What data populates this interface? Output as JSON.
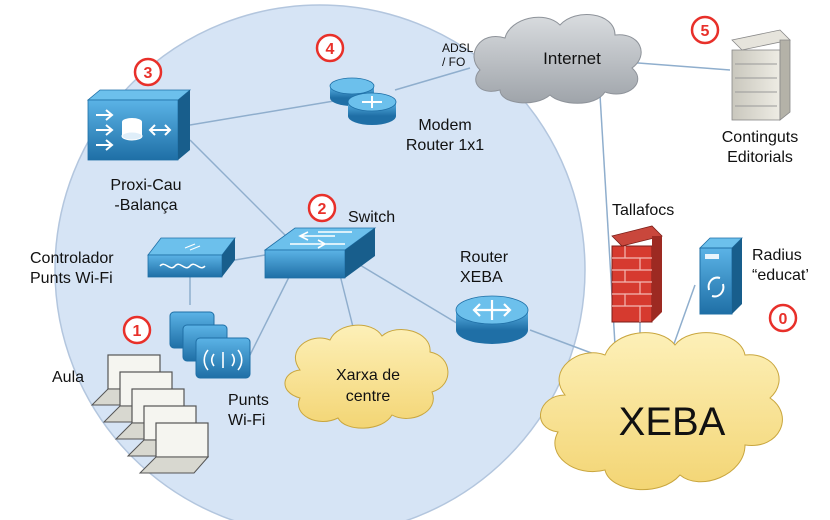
{
  "colors": {
    "accent_red": "#e8302a",
    "lan_circle": "#d6e4f5",
    "cloud_grey": "#b8bcc2",
    "cloud_yellow": "#f8e39a",
    "cisco_blue": "#2f8fc9"
  },
  "badges": [
    "0",
    "1",
    "2",
    "3",
    "4",
    "5"
  ],
  "labels": {
    "adsl": [
      "ADSL",
      "/ FO"
    ],
    "internet": "Internet",
    "contingut": [
      "Continguts",
      "Editorials"
    ],
    "modem": [
      "Modem",
      "Router 1x1"
    ],
    "proxy": [
      "Proxi-Cau",
      "-Balança"
    ],
    "switch": "Switch",
    "controller": [
      "Controlador",
      "Punts Wi-Fi"
    ],
    "router": [
      "Router",
      "XEBA"
    ],
    "firewall": "Tallafocs",
    "radius": [
      "Radius",
      "“educat’"
    ],
    "aula": "Aula",
    "wifi": [
      "Punts",
      "Wi-Fi"
    ],
    "xarxa": [
      "Xarxa de",
      "centre"
    ],
    "xeba": "XEBA"
  },
  "icons": [
    "server-rack-icon",
    "router-icon",
    "proxy-appliance-icon",
    "switch-icon",
    "wireless-controller-icon",
    "access-point-icon",
    "laptop-icon",
    "firewall-icon",
    "radius-server-icon"
  ]
}
